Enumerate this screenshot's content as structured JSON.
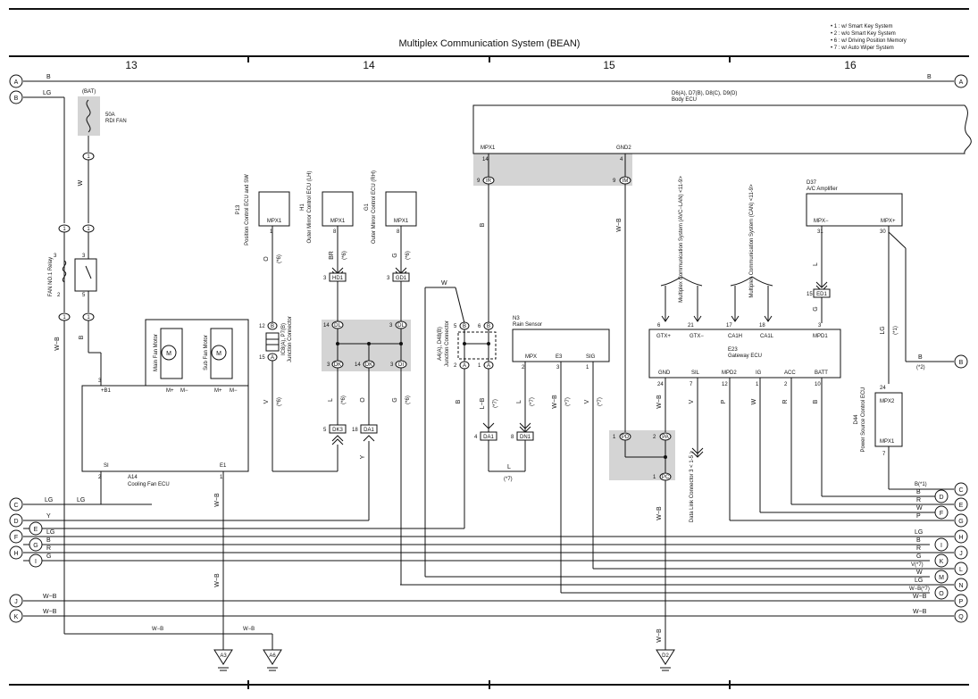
{
  "title": "Multiplex Communication System (BEAN)",
  "notes": [
    "• 1 : w/ Smart Key System",
    "• 2 : w/o Smart Key System",
    "• 6 : w/ Driving Position Memory",
    "• 7 : w/ Auto Wiper System"
  ],
  "sections": [
    "13",
    "14",
    "15",
    "16"
  ],
  "left_terminals": [
    "A",
    "B",
    "C",
    "D",
    "E",
    "F",
    "G",
    "H",
    "I",
    "J",
    "K"
  ],
  "right_terminals": [
    "A",
    "B",
    "C",
    "D",
    "E",
    "F",
    "G",
    "H",
    "I",
    "J",
    "K",
    "L",
    "M",
    "N",
    "O",
    "P",
    "Q"
  ],
  "components": {
    "fuse": {
      "label": "(BAT)",
      "name": "50A",
      "desc": "RDI FAN"
    },
    "relay": {
      "name": "FAN NO.1 Relay"
    },
    "main_fan": {
      "name": "Main Fan Motor"
    },
    "sub_fan": {
      "name": "Sub Fan Motor"
    },
    "cooling_ecu": {
      "code": "A14",
      "name": "Cooling Fan ECU"
    },
    "p13": {
      "code": "P13",
      "name": "Position Control ECU and SW",
      "pin": "MPX1"
    },
    "h1": {
      "code": "H1",
      "name": "Outer Mirror Control ECU (LH)",
      "pin": "MPX1"
    },
    "g1": {
      "code": "G1",
      "name": "Outer Mirror Control ECU (RH)",
      "pin": "MPX1"
    },
    "ic": {
      "code": "IC8(A), P7(B)",
      "name": "Junction Connector"
    },
    "ic2": {
      "code": "A4(A), D48(B)",
      "name": "Junction Connector"
    },
    "body_ecu": {
      "code": "D6(A), D7(B), D8(C), D9(D)",
      "name": "Body ECU",
      "p1": "MPX1",
      "p2": "GND2"
    },
    "rain": {
      "code": "N3",
      "name": "Rain Sensor",
      "pins": [
        "MPX",
        "E3",
        "SIG"
      ]
    },
    "gateway": {
      "code": "E23",
      "name": "Gateway ECU",
      "top_pins": [
        "GTX+",
        "GTX−",
        "CA1H",
        "CA1L",
        "MPD1"
      ],
      "bot_pins": [
        "GND",
        "SIL",
        "MPD2",
        "IG",
        "ACC",
        "BATT"
      ]
    },
    "ac_amp": {
      "code": "D37",
      "name": "A/C Amplifier",
      "pins": [
        "MPX−",
        "MPX+"
      ]
    },
    "pssc": {
      "code": "D44",
      "name": "Power Source Control ECU",
      "pins": [
        "MPX2",
        "MPX1"
      ]
    },
    "mc_left": "Multiplex Communication System (AVC−LAN) <11-9>",
    "mc_right": "Multiplex Communication System (CAN) <11-9>",
    "dlc3": "Data Link Connector 3 < 1-5 >",
    "grounds": [
      "A3",
      "A6",
      "D2"
    ]
  },
  "connectors": [
    "HD1",
    "GD1",
    "DK3",
    "DA1",
    "DA1",
    "DN1",
    "ED1"
  ],
  "wires": [
    "B",
    "LG",
    "W",
    "W−B",
    "O",
    "BR",
    "G",
    "L",
    "V",
    "Y",
    "L−B",
    "P",
    "R"
  ]
}
